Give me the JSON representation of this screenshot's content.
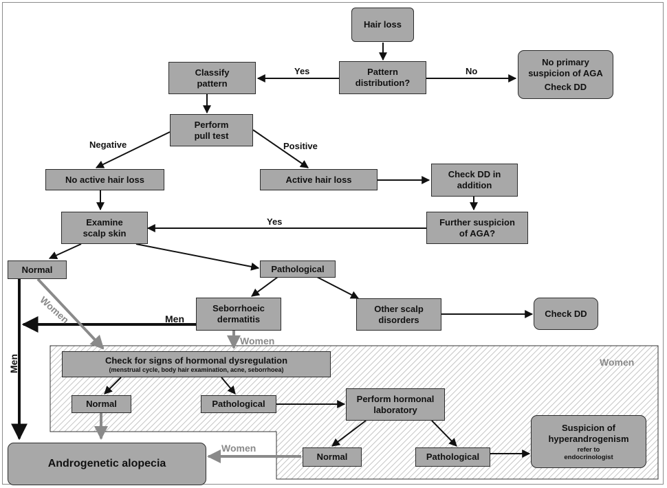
{
  "nodes": {
    "hair_loss": "Hair loss",
    "pattern_distribution": [
      "Pattern",
      "distribution?"
    ],
    "classify_pattern": [
      "Classify",
      "pattern"
    ],
    "no_primary_suspicion": [
      "No primary",
      "suspicion of AGA",
      "Check DD"
    ],
    "perform_pull_test": [
      "Perform",
      "pull test"
    ],
    "no_active_hair_loss": "No active hair loss",
    "active_hair_loss": "Active hair loss",
    "check_dd_in_addition": [
      "Check DD in",
      "addition"
    ],
    "examine_scalp_skin": [
      "Examine",
      "scalp skin"
    ],
    "further_suspicion": [
      "Further suspicion",
      "of AGA?"
    ],
    "normal": "Normal",
    "pathological": "Pathological",
    "seborrhoeic_dermatitis": [
      "Seborrhoeic",
      "dermatitis"
    ],
    "other_scalp_disorders": [
      "Other scalp",
      "disorders"
    ],
    "check_dd": "Check DD",
    "check_hormonal": "Check for signs of hormonal dysregulation",
    "check_hormonal_detail": "(menstrual cycle, body hair examination, acne, seborrhoea)",
    "women_normal": "Normal",
    "women_pathological": "Pathological",
    "perform_hormonal_lab": [
      "Perform hormonal",
      "laboratory"
    ],
    "lab_normal": "Normal",
    "lab_pathological": "Pathological",
    "suspicion_hyperandrogenism": [
      "Suspicion of",
      "hyperandrogenism"
    ],
    "refer_endocrinologist": [
      "refer to",
      "endocrinologist"
    ],
    "androgenetic_alopecia": "Androgenetic alopecia"
  },
  "labels": {
    "yes_left": "Yes",
    "no_right": "No",
    "negative": "Negative",
    "positive": "Positive",
    "yes_further": "Yes",
    "women_diag": "Women",
    "men_horizontal": "Men",
    "men_vertical": "Men",
    "women_under_seb": "Women",
    "women_region": "Women",
    "women_bottom": "Women"
  },
  "colors": {
    "box_fill": "#a8a8a8",
    "line": "#111111",
    "women_arrow": "#8a8a8a",
    "hatch": "#c4c4c4"
  }
}
